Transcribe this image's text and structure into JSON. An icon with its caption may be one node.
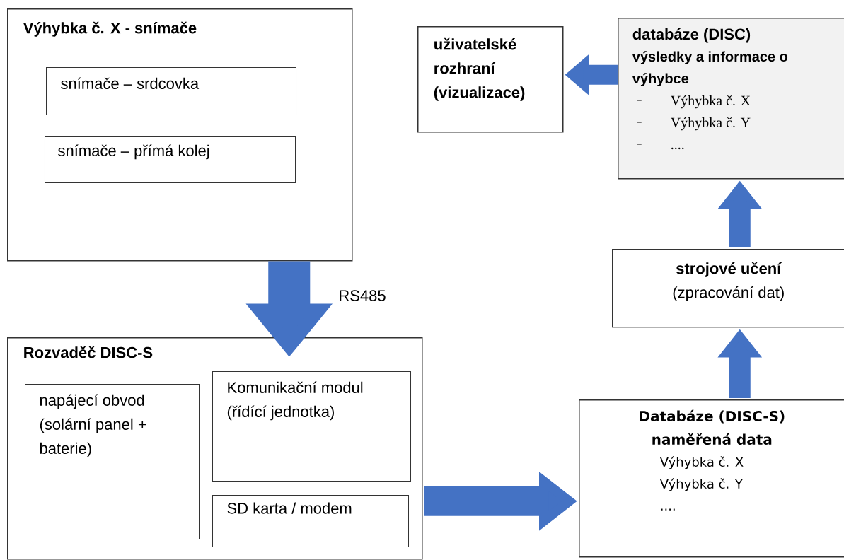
{
  "diagram": {
    "nodes": [
      {
        "text": [
          "Výhybka č. X - snímače"
        ]
      },
      {
        "text": [
          "snímače – srdcovka"
        ],
        "in": 0
      },
      {
        "text": [
          "snímače – přímá kolej"
        ],
        "in": 0
      },
      {
        "text": [
          "uživatelské rozhraní (vizualizace)"
        ]
      },
      {
        "text": [
          "databáze (DISC)",
          "výsledky a informace o výhybce",
          "Výhybka č. X",
          "Výhybka č. Y",
          "...."
        ]
      },
      {
        "text": [
          "strojové učení",
          "(zpracování dat)"
        ]
      },
      {
        "text": [
          "Rozvaděč DISC-S"
        ]
      },
      {
        "text": [
          "napájecí obvod (solární panel + baterie)"
        ],
        "in": 6
      },
      {
        "text": [
          "Komunikační modul (řídící jednotka)"
        ],
        "in": 6
      },
      {
        "text": [
          "SD karta / modem"
        ],
        "in": 6
      },
      {
        "text": [
          "Databáze (DISC-S)",
          "naměřená data",
          "Výhybka č. X",
          "Výhybka č. Y",
          "...."
        ]
      }
    ],
    "edges": [
      {
        "from": 0,
        "to": 6,
        "arrow": "to",
        "label": "RS485",
        "style": "thick"
      },
      {
        "from": 6,
        "to": 10,
        "arrow": "to"
      },
      {
        "from": 10,
        "to": 5,
        "arrow": "to"
      },
      {
        "from": 5,
        "to": 4,
        "arrow": "to"
      },
      {
        "from": 4,
        "to": 3,
        "arrow": "to"
      }
    ]
  }
}
